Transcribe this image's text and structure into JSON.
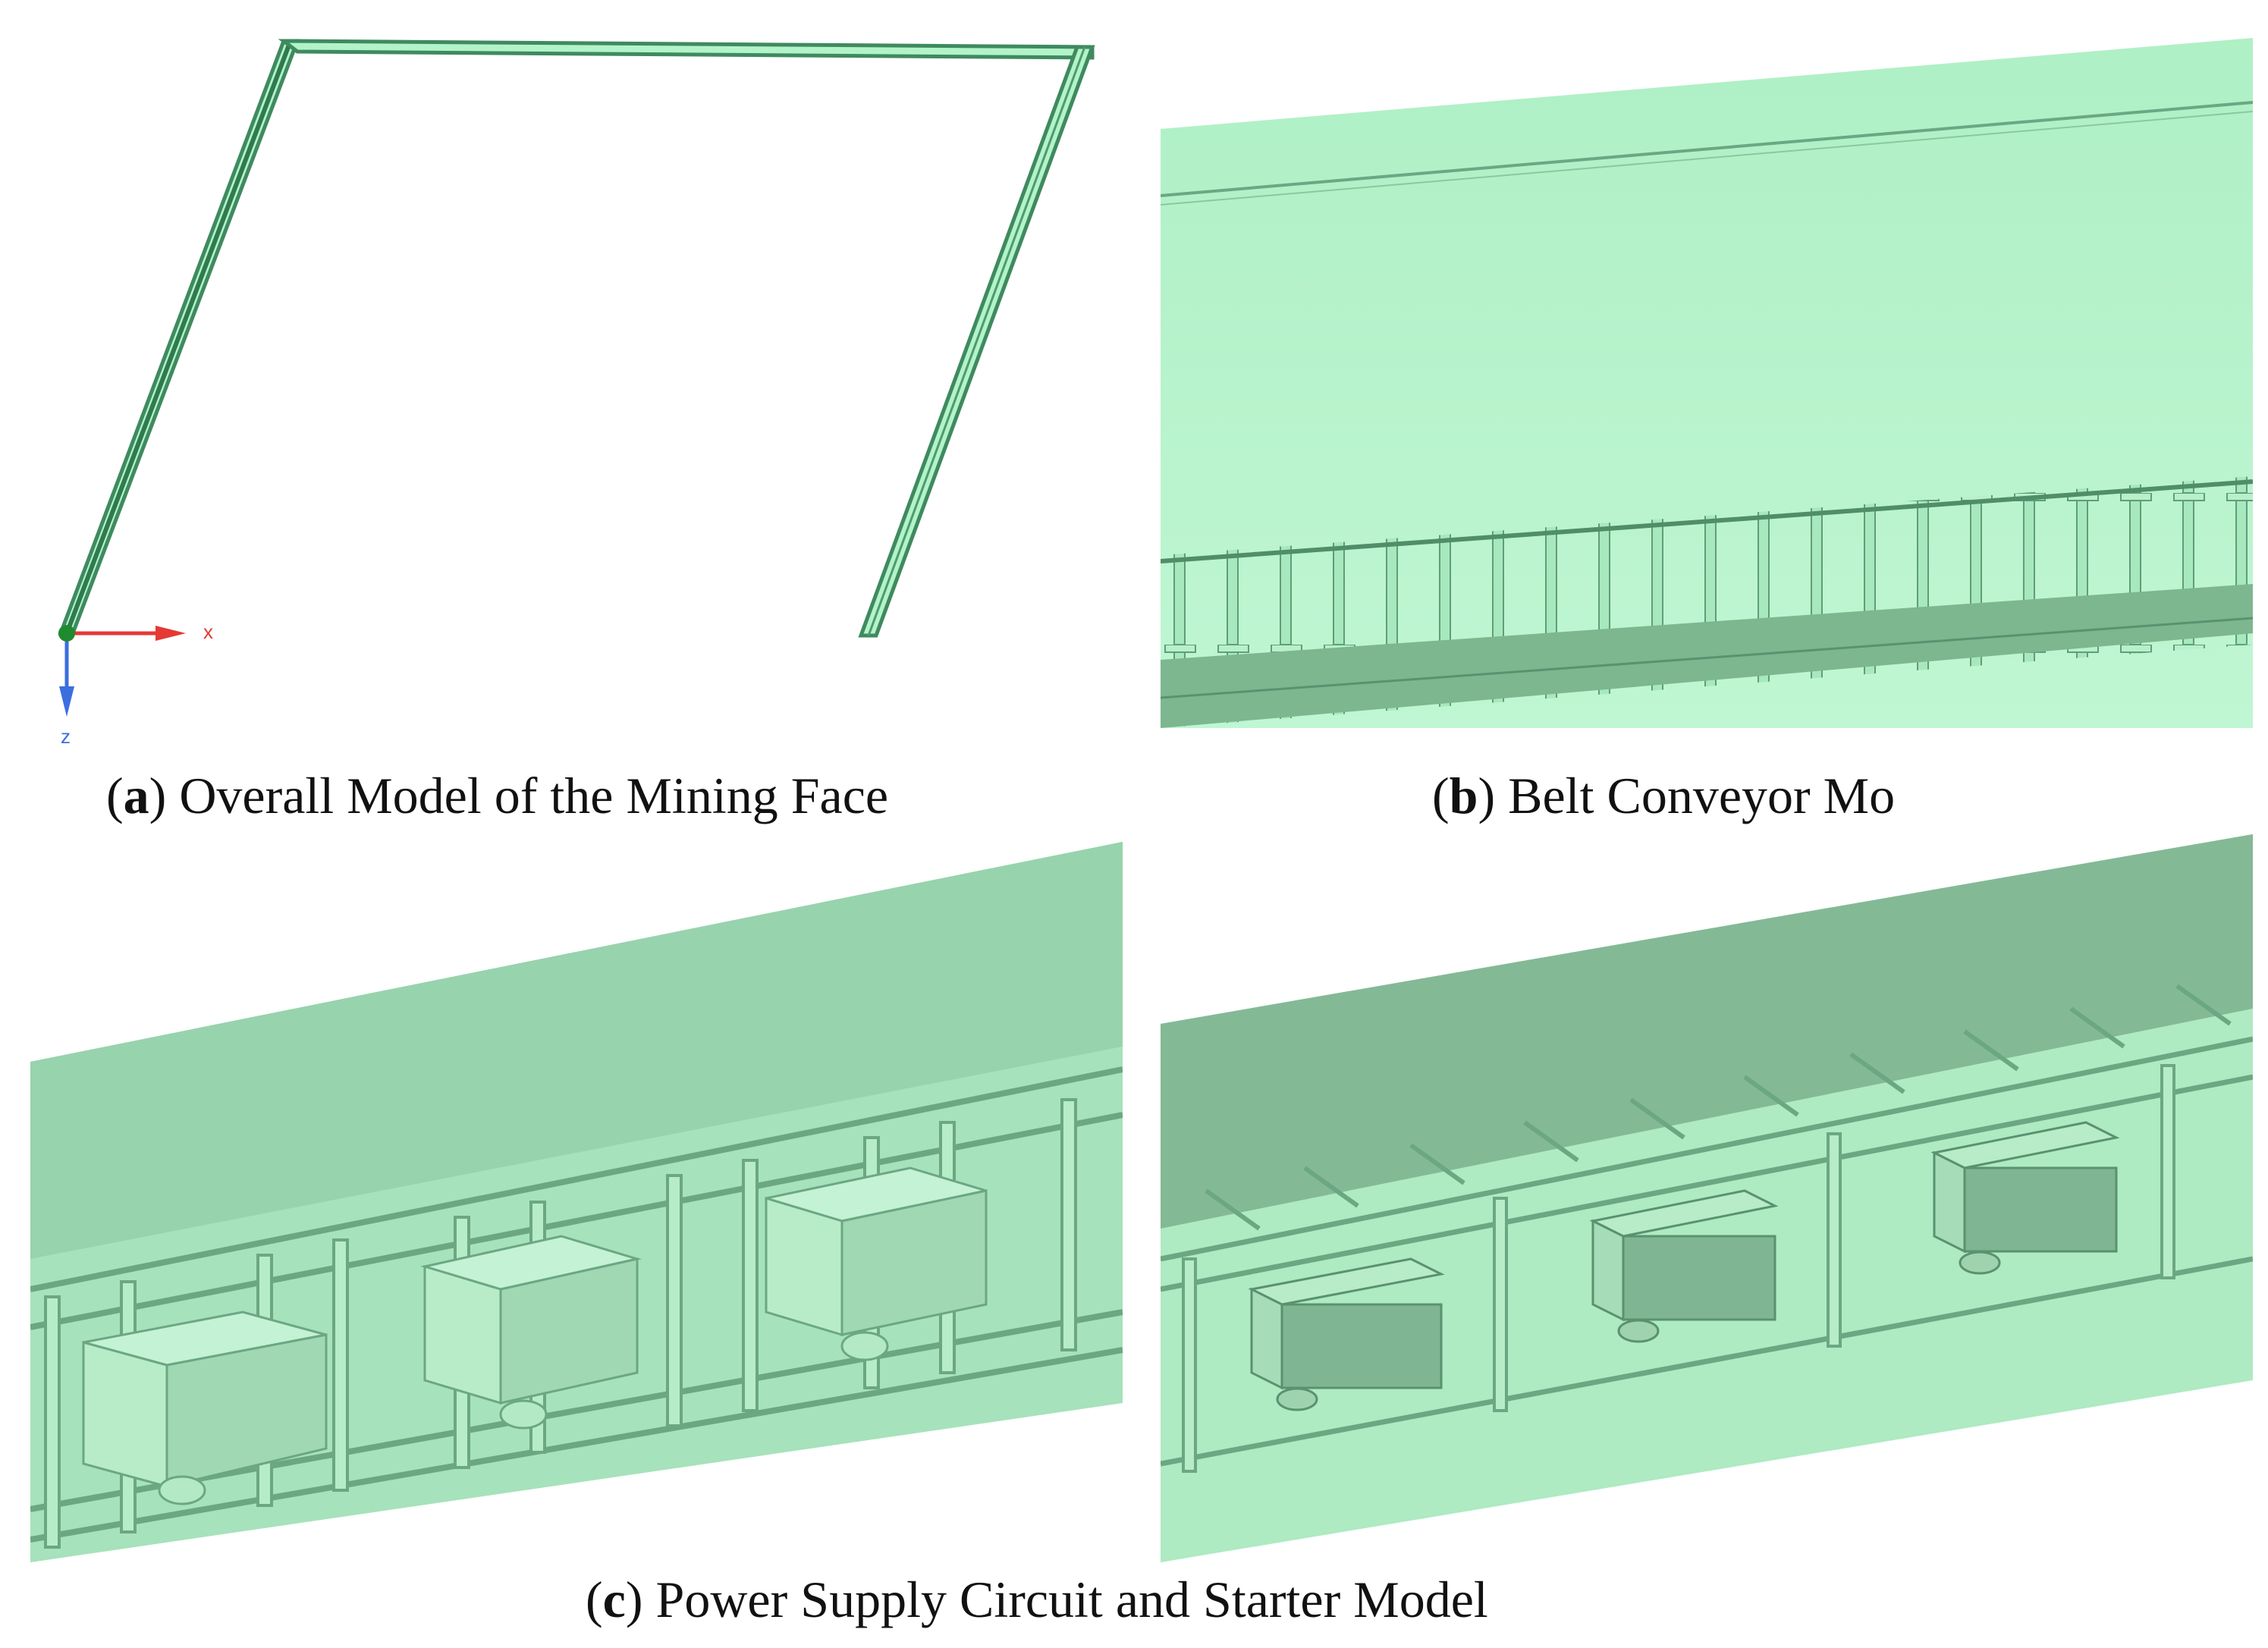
{
  "panels": {
    "a": {
      "letter": "a",
      "caption": "Overall Model of the Mining Face",
      "axis_x": "x",
      "axis_z": "z"
    },
    "b": {
      "letter": "b",
      "caption": "Belt Conveyor Mo"
    },
    "c": {
      "letter": "c",
      "caption": "Power Supply Circuit and Starter Model"
    }
  },
  "colors": {
    "model_fill": "#b3f3c9",
    "model_edge": "#3f8a5f",
    "axis_x": "#e53935",
    "axis_z": "#3b6fe0",
    "origin": "#1f8a2e"
  }
}
